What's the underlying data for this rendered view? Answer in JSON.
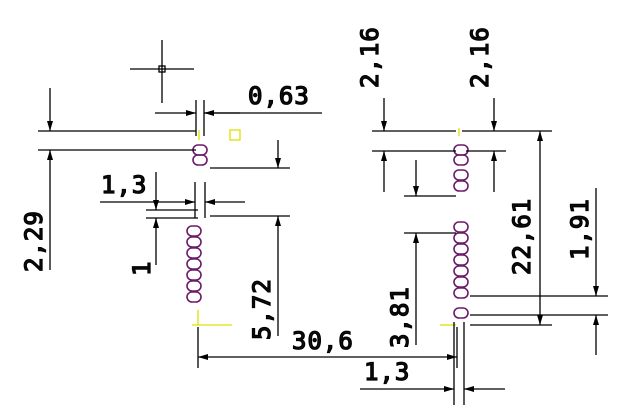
{
  "drawing": {
    "background": "#ffffff",
    "colors": {
      "line": "#000000",
      "pad": "#6a1b6a",
      "marker": "#e0e000"
    },
    "dimensions": {
      "d063": "0,63",
      "d13_top": "1,3",
      "d229": "2,29",
      "d1": "1",
      "d572": "5,72",
      "d306": "30,6",
      "d13_bottom": "1,3",
      "d216_left": "2,16",
      "d216_right": "2,16",
      "d381": "3,81",
      "d2261": "22,61",
      "d191": "1,91"
    },
    "cursor_icon": "crosshair-cursor-icon"
  }
}
